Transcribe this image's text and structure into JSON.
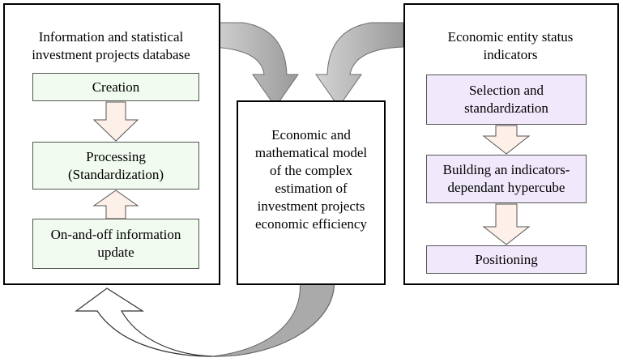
{
  "left_panel": {
    "title": "Information and statistical investment projects database",
    "steps": [
      "Creation",
      "Processing (Standardization)",
      "On-and-off information update"
    ]
  },
  "center_panel": {
    "text": "Economic and mathematical model of the complex estimation of investment projects economic efficiency"
  },
  "right_panel": {
    "title": "Economic entity status indicators",
    "steps": [
      "Selection and standardization",
      "Building an indicators-dependant hypercube",
      "Positioning"
    ]
  },
  "colors": {
    "left_step_fill": "#f2fbf0",
    "right_step_fill": "#f1e9fb",
    "small_arrow_fill": "#fdf0e8",
    "big_arrow_fill": "#b3b3b3"
  }
}
